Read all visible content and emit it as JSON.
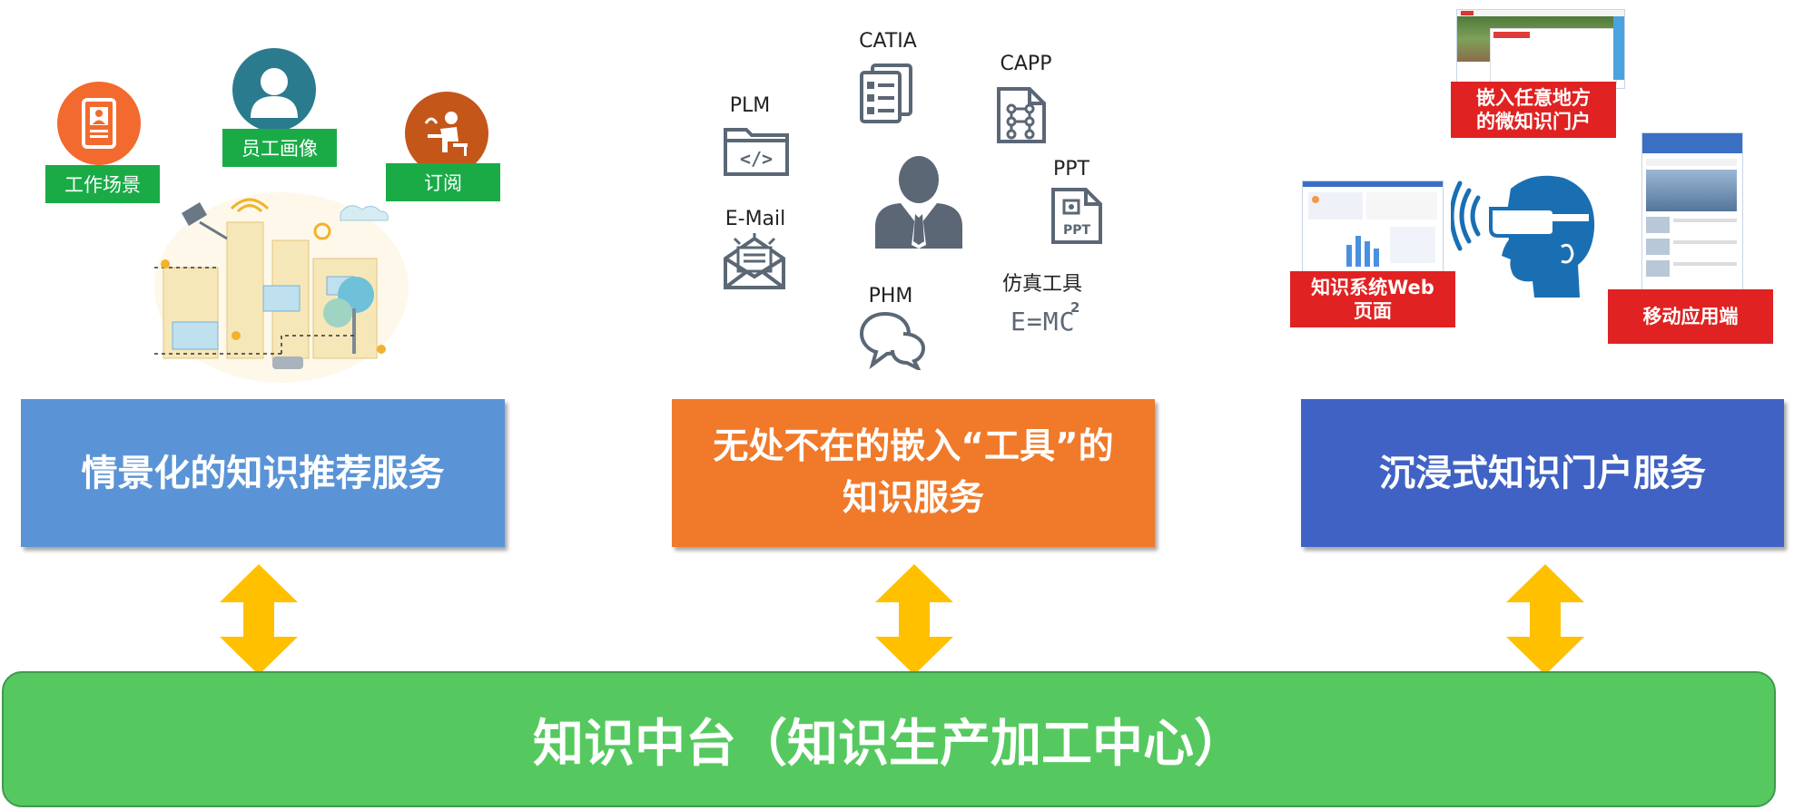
{
  "colors": {
    "green_label": "#1aab47",
    "blue_box": "#5a94d6",
    "orange_box": "#f07a2a",
    "navy_box": "#3f62c4",
    "arrow": "#ffc000",
    "platform": "#55c95f",
    "red_label": "#e02222",
    "icon_gray": "#5b6775"
  },
  "left": {
    "work_scene": "工作场景",
    "employee_profile": "员工画像",
    "subscribe": "订阅",
    "box_title": "情景化的知识推荐服务"
  },
  "center": {
    "tools": {
      "catia": "CATIA",
      "capp": "CAPP",
      "plm": "PLM",
      "ppt": "PPT",
      "ppt_icon_text": "PPT",
      "email": "E-Mail",
      "phm": "PHM",
      "sim": "仿真工具",
      "formula": "E=MC",
      "formula_exp": "2"
    },
    "box_title_line1": "无处不在的嵌入“工具”的",
    "box_title_line2": "知识服务"
  },
  "right": {
    "portal_label_line1": "嵌入任意地方",
    "portal_label_line2": "的微知识门户",
    "web_label_line1": "知识系统Web",
    "web_label_line2": "页面",
    "mobile_label": "移动应用端",
    "box_title": "沉浸式知识门户服务"
  },
  "platform": {
    "title": "知识中台（知识生产加工中心）"
  }
}
